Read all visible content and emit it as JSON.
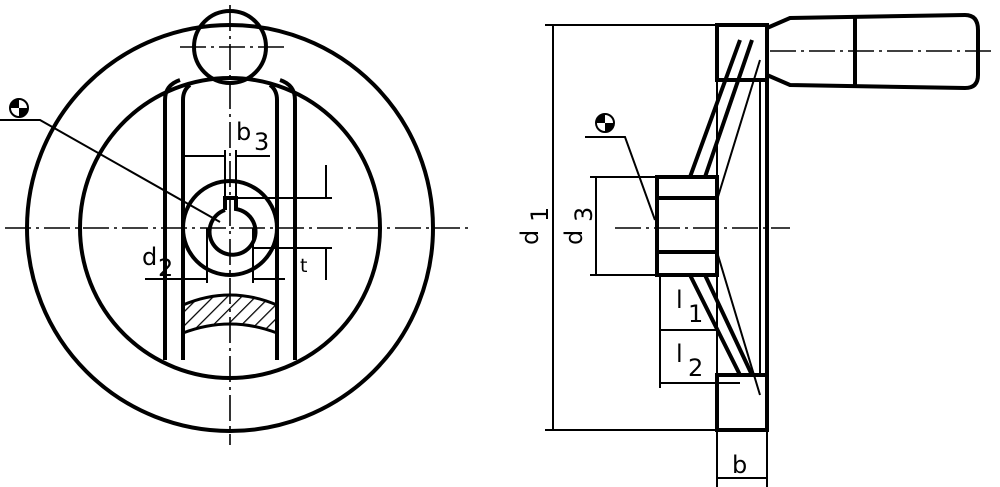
{
  "drawing": {
    "front_view": {
      "labels": {
        "b3_main": "b",
        "b3_sub": "3",
        "d2_main": "d",
        "d2_sub": "2",
        "t": "t"
      }
    },
    "side_view": {
      "labels": {
        "d1_main": "d",
        "d1_sub": "1",
        "d3_main": "d",
        "d3_sub": "3",
        "l1_main": "l",
        "l1_sub": "1",
        "l2_main": "l",
        "l2_sub": "2",
        "b": "b"
      }
    },
    "symbols": [
      "center-of-gravity-symbol",
      "center-of-gravity-symbol"
    ]
  }
}
